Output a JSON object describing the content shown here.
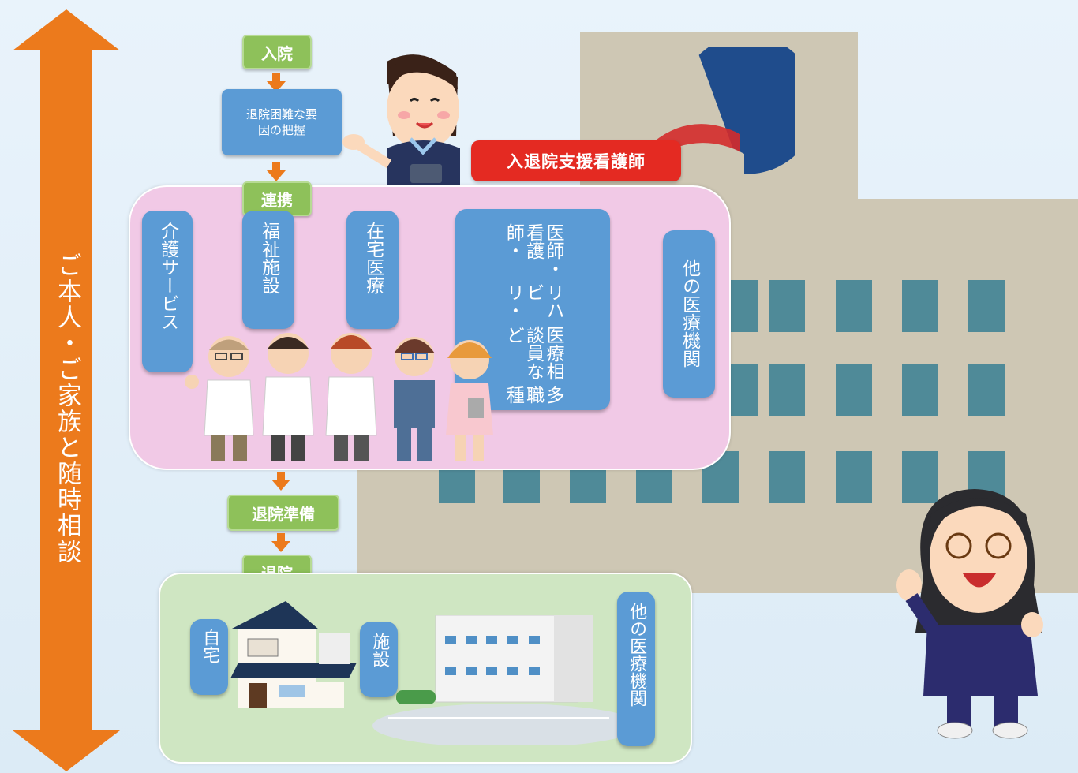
{
  "side_arrow": {
    "label": "ご本人・ご家族と随時相談"
  },
  "flow": {
    "admission": "入院",
    "assessment": "退院困難な要因の把握",
    "cooperation": "連携",
    "discharge_prep": "退院準備",
    "discharge": "退院"
  },
  "nurse_badge": "入退院支援看護師",
  "cooperation_items": {
    "care_service": "介護サービス",
    "welfare_facility": "福祉施設",
    "home_medical": "在宅医療",
    "multi_col1": "医師・看護師・",
    "multi_col2": "リハビリ・",
    "multi_col3": "医療相談員など",
    "multi_col4": "多職種",
    "other_medical": "他の医療機関"
  },
  "destinations": {
    "home": "自宅",
    "facility": "施設",
    "other_medical": "他の医療機関"
  },
  "colors": {
    "orange": "#ec7a1c",
    "green": "#8ec15a",
    "blue": "#5b9bd5",
    "pink_panel": "#f1c9e6",
    "green_panel": "#cfe6c2",
    "red_badge": "#e42a22",
    "building": "#cec7b4",
    "navy": "#1f4c8c"
  }
}
